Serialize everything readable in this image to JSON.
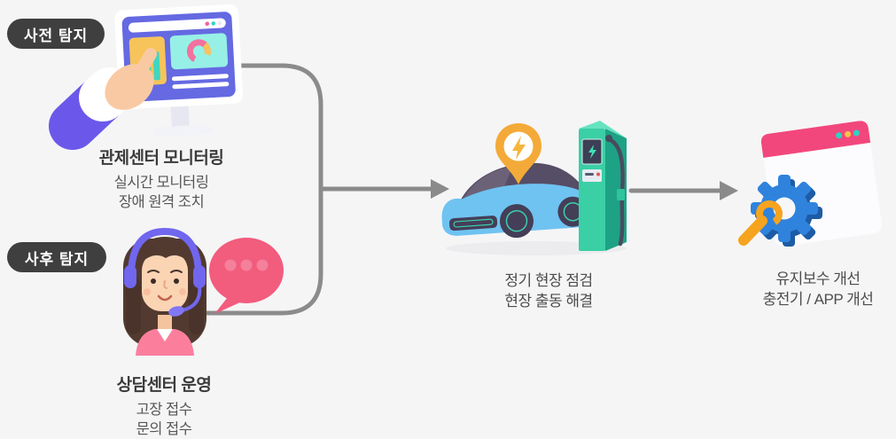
{
  "stages": {
    "pre": {
      "badge": "사전 탐지",
      "title": "관제센터 모니터링",
      "line1": "실시간 모니터링",
      "line2": "장애 원격 조치"
    },
    "post": {
      "badge": "사후 탐지",
      "title": "상담센터 운영",
      "line1": "고장 접수",
      "line2": "문의 접수"
    },
    "field": {
      "line1": "정기 현장 점검",
      "line2": "현장 출동 해결"
    },
    "improve": {
      "line1": "유지보수 개선",
      "line2": "충전기 / APP 개선"
    }
  },
  "icons": {
    "monitor": "monitoring-dashboard-illustration",
    "agent": "call-center-agent-illustration",
    "ev": "ev-charging-illustration",
    "gear": "maintenance-gear-illustration"
  },
  "colors": {
    "background": "#f5f5f6",
    "badge_bg": "#3f3f3f",
    "badge_text": "#ffffff",
    "title_text": "#3b3b3b",
    "body_text": "#575757",
    "arrow": "#8b8b8b",
    "accent_purple": "#666be0",
    "accent_teal": "#3bcfa6",
    "accent_pink": "#f25c7d",
    "accent_yellow": "#f3aa38",
    "car_blue": "#6fc3f1",
    "gear_blue": "#2f83dd"
  }
}
